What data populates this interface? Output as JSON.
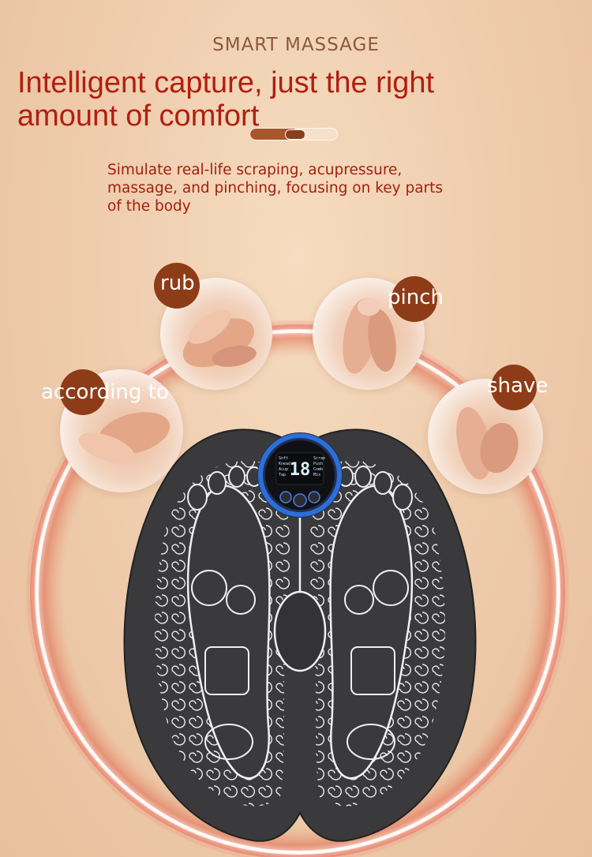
{
  "header": {
    "eyebrow": "SMART MASSAGE",
    "headline_line1": "Intelligent capture, just the right",
    "headline_line2": "amount of comfort",
    "subtitle_line1": "Simulate real-life scraping, acupressure,",
    "subtitle_line2": "massage, and pinching, focusing on key parts",
    "subtitle_line3": "of the body",
    "divider_progress": 0.55
  },
  "techniques": [
    {
      "id": "rub",
      "label": "rub"
    },
    {
      "id": "pinch",
      "label": "pinch"
    },
    {
      "id": "according",
      "label": "according to"
    },
    {
      "id": "shave",
      "label": "shave"
    }
  ],
  "controller": {
    "display": "18"
  },
  "colors": {
    "accent": "#b11f10",
    "badge": "#8e3c18",
    "mat": "#3a3a3c",
    "controller_ring": "#2d6fd8"
  }
}
